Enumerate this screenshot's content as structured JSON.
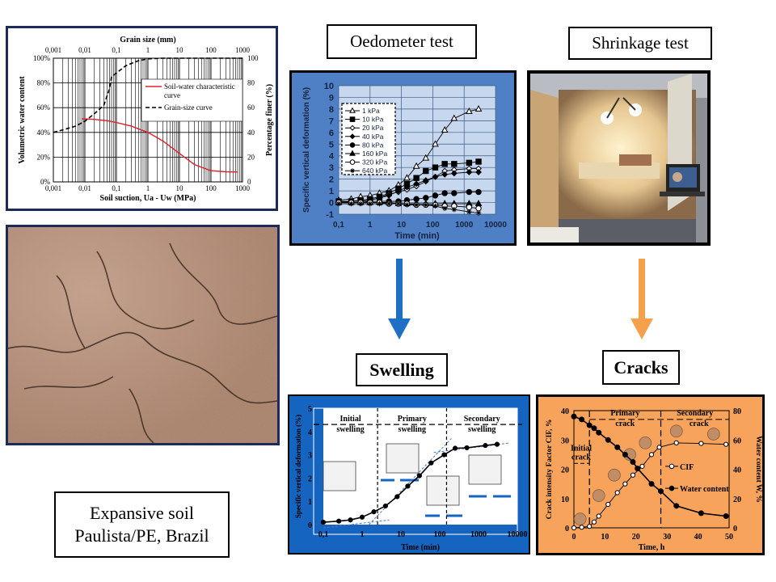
{
  "labels": {
    "oedometer": "Oedometer test",
    "shrinkage": "Shrinkage test",
    "swelling": "Swelling",
    "cracks": "Cracks",
    "soil_line1": "Expansive soil",
    "soil_line2": "Paulista/PE, Brazil"
  },
  "colors": {
    "blue_arrow": "#1f6fc4",
    "orange_arrow": "#f5a04a",
    "oedometer_bg": "#4f7fc4",
    "swelling_bg": "#1565c0",
    "cracks_bg": "#f7a35c",
    "navy_border": "#1c2b5c"
  },
  "chart_data": [
    {
      "id": "swcc",
      "type": "line",
      "title": "",
      "xlabel": "Soil suction, Ua - Uw (MPa)",
      "x2label": "Grain size (mm)",
      "ylabel": "Volumetric water content",
      "y2label": "Percentage finer (%)",
      "xscale": "log",
      "xlim": [
        0.001,
        1000
      ],
      "xticks": [
        "0,001",
        "0,01",
        "0,1",
        "1",
        "10",
        "100",
        "1000"
      ],
      "ylim": [
        0,
        100
      ],
      "yticks": [
        "0%",
        "20%",
        "40%",
        "60%",
        "80%",
        "100%"
      ],
      "y2ticks": [
        "0",
        "20",
        "40",
        "60",
        "80",
        "100"
      ],
      "grid": true,
      "legend": "top-right",
      "series": [
        {
          "name": "Soil-water characteristic",
          "name2": "curve",
          "color": "#e0202a",
          "style": "solid",
          "x": [
            0.008,
            0.02,
            0.05,
            0.1,
            0.3,
            1,
            3,
            10,
            30,
            100,
            300,
            700
          ],
          "y": [
            51,
            50.5,
            49.5,
            48,
            45,
            40,
            33,
            23,
            14,
            9,
            8.2,
            8
          ]
        },
        {
          "name": "Grain-size curve",
          "color": "#000000",
          "style": "dashed",
          "x": [
            0.001,
            0.002,
            0.005,
            0.01,
            0.02,
            0.04,
            0.06,
            0.07,
            0.1,
            0.2,
            0.5,
            1,
            3,
            1000
          ],
          "y": [
            40,
            42,
            45,
            49,
            55,
            62,
            75,
            85,
            88,
            94,
            98,
            99.5,
            100,
            100
          ]
        }
      ]
    },
    {
      "id": "oedometer",
      "type": "line",
      "xlabel": "Time (min)",
      "ylabel": "Specific vertical deformation  (%)",
      "xscale": "log",
      "xlim": [
        0.1,
        10000
      ],
      "xticks": [
        "0,1",
        "1",
        "10",
        "100",
        "1000",
        "10000"
      ],
      "ylim": [
        -1,
        10
      ],
      "yticks": [
        "-1",
        "0",
        "1",
        "2",
        "3",
        "4",
        "5",
        "6",
        "7",
        "8",
        "9",
        "10"
      ],
      "grid": true,
      "legend": "top-left",
      "x": [
        0.1,
        0.25,
        0.5,
        1,
        2,
        4,
        8,
        15,
        30,
        60,
        120,
        240,
        480,
        1440,
        2880
      ],
      "series": [
        {
          "name": "1 kPa",
          "marker": "triangle-open",
          "values": [
            0.2,
            0.3,
            0.5,
            0.6,
            0.8,
            1.0,
            1.5,
            2.1,
            3.1,
            3.8,
            5.0,
            6.2,
            7.2,
            7.8,
            8.0
          ]
        },
        {
          "name": "10 kPa",
          "marker": "square-filled",
          "values": [
            0.1,
            0.1,
            0.2,
            0.3,
            0.5,
            0.8,
            1.2,
            1.6,
            2.1,
            2.7,
            3.0,
            3.3,
            3.3,
            3.4,
            3.5
          ]
        },
        {
          "name": "20 kPa",
          "marker": "diamond-open",
          "values": [
            0,
            0.1,
            0.1,
            0.2,
            0.4,
            0.7,
            0.9,
            1.1,
            1.4,
            1.8,
            2.2,
            2.7,
            2.8,
            2.9,
            2.9
          ]
        },
        {
          "name": "40 kPa",
          "marker": "diamond-filled",
          "values": [
            0,
            0.1,
            0.1,
            0.2,
            0.4,
            0.6,
            1.0,
            1.3,
            1.6,
            1.9,
            2.2,
            2.4,
            2.5,
            2.6,
            2.6
          ]
        },
        {
          "name": "80 kPa",
          "marker": "circle-filled",
          "values": [
            0,
            0,
            0,
            0.1,
            0.1,
            0.1,
            0.1,
            0.2,
            0.3,
            0.4,
            0.6,
            0.8,
            0.8,
            0.9,
            0.9
          ]
        },
        {
          "name": "160 kPa",
          "marker": "triangle-filled",
          "values": [
            0,
            0,
            0,
            0,
            0,
            0,
            -0.1,
            -0.1,
            -0.1,
            -0.1,
            -0.1,
            -0.1,
            -0.1,
            -0.1,
            -0.1
          ]
        },
        {
          "name": "320 kPa",
          "marker": "circle-open",
          "values": [
            0,
            0,
            0,
            0,
            0,
            -0.1,
            -0.1,
            -0.1,
            -0.2,
            -0.2,
            -0.2,
            -0.3,
            -0.3,
            -0.4,
            -0.5
          ]
        },
        {
          "name": "640 kPa",
          "marker": "star",
          "values": [
            -0.1,
            -0.1,
            -0.1,
            -0.1,
            -0.1,
            -0.1,
            -0.1,
            -0.2,
            -0.2,
            -0.2,
            -0.3,
            -0.5,
            -0.6,
            -0.8,
            -0.9
          ]
        }
      ]
    },
    {
      "id": "swelling",
      "type": "line",
      "xlabel": "Time (min)",
      "ylabel": "Specific vertical deformation (%)",
      "xscale": "log",
      "xlim": [
        0.1,
        10000
      ],
      "xticks": [
        "0,1",
        "1",
        "10",
        "100",
        "1000",
        "10000"
      ],
      "ylim": [
        0,
        5
      ],
      "yticks": [
        "0",
        "1",
        "2",
        "3",
        "4",
        "5"
      ],
      "phase_boundaries": [
        2.5,
        150
      ],
      "phases": [
        [
          "Initial",
          "swelling"
        ],
        [
          "Primary",
          "swelling"
        ],
        [
          "Secondary",
          "swelling"
        ]
      ],
      "x": [
        0.1,
        0.25,
        0.5,
        1,
        2,
        4,
        8,
        15,
        30,
        60,
        130,
        250,
        500,
        1500,
        3000
      ],
      "values": [
        0.1,
        0.15,
        0.2,
        0.32,
        0.55,
        0.8,
        1.2,
        1.65,
        2.1,
        2.65,
        3.0,
        3.28,
        3.3,
        3.4,
        3.45
      ]
    },
    {
      "id": "cracks",
      "type": "line",
      "xlabel": "Time, h",
      "ylabel": "Crack intensity Factor CIF, %",
      "y2label": "Water content W, %",
      "xlim": [
        0,
        50
      ],
      "xticks": [
        "0",
        "10",
        "20",
        "30",
        "40",
        "50"
      ],
      "ylim": [
        0,
        40
      ],
      "yticks": [
        "0",
        "10",
        "20",
        "30",
        "40"
      ],
      "y2lim": [
        0,
        80
      ],
      "y2ticks": [
        "0",
        "20",
        "40",
        "60",
        "80"
      ],
      "phase_boundaries": [
        5,
        28
      ],
      "phases": [
        [
          "Initial",
          "crack"
        ],
        [
          "Primary",
          "crack"
        ],
        [
          "Secondary",
          "crack"
        ]
      ],
      "legend": "right",
      "series": [
        {
          "name": "CIF",
          "axis": "left",
          "marker": "circle-open",
          "x": [
            0,
            2.5,
            5,
            6.5,
            8,
            11,
            14,
            16.5,
            19,
            22,
            25,
            27.5,
            33,
            41,
            49
          ],
          "y": [
            0,
            0.2,
            0.5,
            2,
            4,
            8,
            12,
            15,
            18,
            21,
            25,
            27.5,
            29,
            28.8,
            28.5
          ]
        },
        {
          "name": "Water content",
          "axis": "right",
          "marker": "circle-filled",
          "x": [
            0,
            2.5,
            5,
            6.5,
            8,
            11,
            14,
            16.5,
            19,
            20.5,
            25,
            28,
            33,
            41,
            49
          ],
          "y": [
            76,
            74,
            70,
            68,
            65,
            60,
            55,
            50,
            45,
            40.5,
            30,
            25,
            15,
            10,
            8
          ]
        }
      ]
    }
  ]
}
